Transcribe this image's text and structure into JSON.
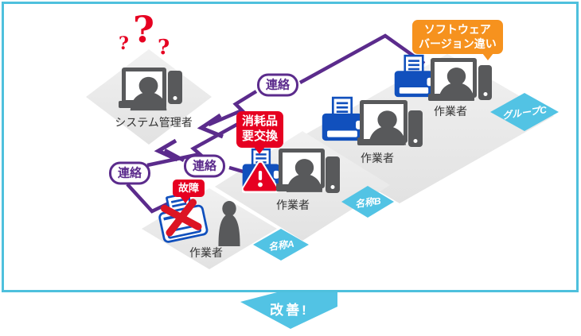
{
  "colors": {
    "frame_cyan": "#4EC0DD",
    "badge_cyan": "#52C3E4",
    "connector_purple": "#5B2B8C",
    "alert_red": "#E60021",
    "alert_orange": "#F6921E",
    "printer_blue": "#1150BD",
    "icon_gray": "#58595B",
    "platform_gray": "#EAEAEA"
  },
  "admin": {
    "label": "システム管理者"
  },
  "question_marks": {
    "big": "?",
    "small_left": "?",
    "small_right": "?"
  },
  "workers": {
    "group_c_1": "作業者",
    "group_c_2": "作業者",
    "group_b": "作業者",
    "group_a": "作業者"
  },
  "contact_badges": {
    "top": "連絡",
    "middle": "連絡",
    "left": "連絡"
  },
  "alert_bubbles": {
    "software_version": {
      "line1": "ソフトウェア",
      "line2": "バージョン違い"
    },
    "consumables": {
      "line1": "消耗品",
      "line2": "要交換"
    },
    "failure": {
      "label": "故障"
    }
  },
  "group_tags": {
    "a": "名称A",
    "b": "名称B",
    "c": "グループC"
  },
  "banner": {
    "label": "改善!"
  }
}
